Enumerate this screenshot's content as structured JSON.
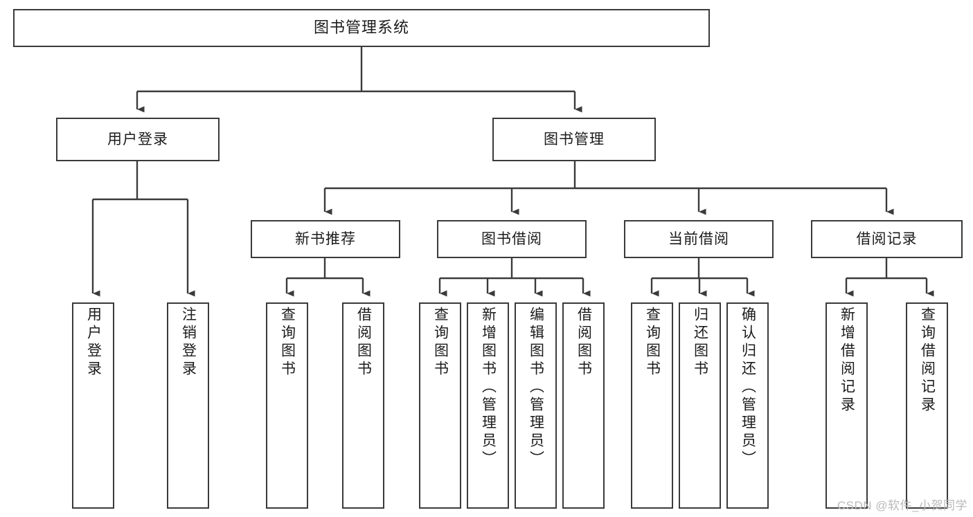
{
  "diagram": {
    "title_node": {
      "label": "图书管理系统"
    },
    "level2": [
      {
        "id": "user-login",
        "label": "用户登录"
      },
      {
        "id": "book-manage",
        "label": "图书管理"
      }
    ],
    "level3": [
      {
        "id": "new-book-recommend",
        "label": "新书推荐"
      },
      {
        "id": "book-borrow",
        "label": "图书借阅"
      },
      {
        "id": "current-borrow",
        "label": "当前借阅"
      },
      {
        "id": "borrow-record",
        "label": "借阅记录"
      }
    ],
    "leaves": [
      {
        "id": "leaf-user-login",
        "label": "用户登录"
      },
      {
        "id": "leaf-user-logout",
        "label": "注销登录"
      },
      {
        "id": "leaf-query-book-1",
        "label": "查询图书"
      },
      {
        "id": "leaf-borrow-book-1",
        "label": "借阅图书"
      },
      {
        "id": "leaf-query-book-2",
        "label": "查询图书"
      },
      {
        "id": "leaf-add-book",
        "label": "新增图书（管理员）"
      },
      {
        "id": "leaf-edit-book",
        "label": "编辑图书（管理员）"
      },
      {
        "id": "leaf-borrow-book-2",
        "label": "借阅图书"
      },
      {
        "id": "leaf-query-book-3",
        "label": "查询图书"
      },
      {
        "id": "leaf-return-book",
        "label": "归还图书"
      },
      {
        "id": "leaf-confirm-return",
        "label": "确认归还（管理员）"
      },
      {
        "id": "leaf-add-record",
        "label": "新增借阅记录"
      },
      {
        "id": "leaf-query-record",
        "label": "查询借阅记录"
      }
    ]
  },
  "watermark": {
    "text": "CSDN @软件_小贺同学"
  },
  "colors": {
    "border": "#3a3a3a",
    "text": "#1b1b1b",
    "background": "#ffffff",
    "watermark": "#b9b9b9"
  }
}
